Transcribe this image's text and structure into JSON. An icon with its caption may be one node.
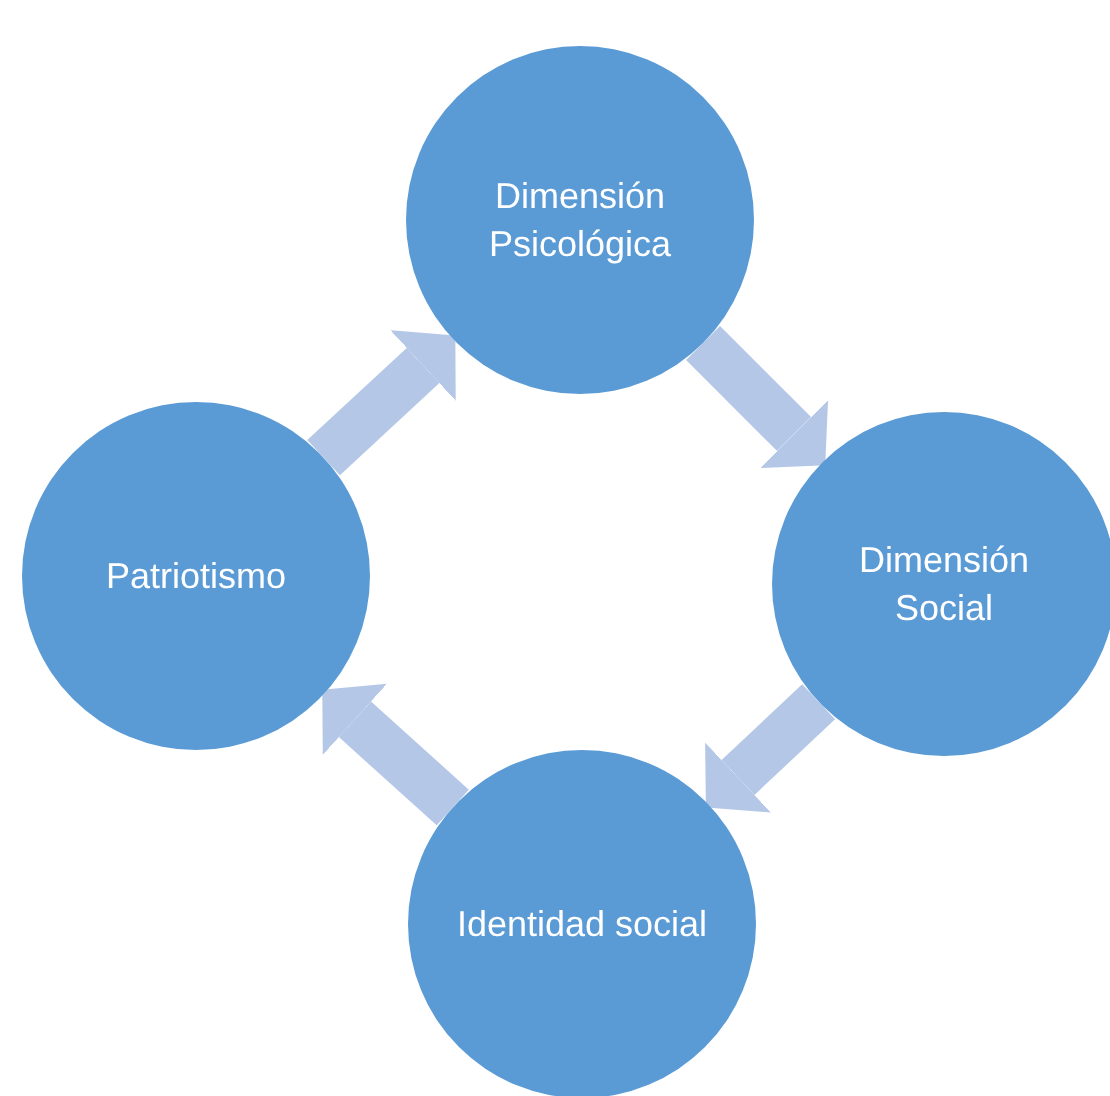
{
  "diagram": {
    "nodes": [
      {
        "text": [
          "Dimensión Psicológica"
        ]
      },
      {
        "text": [
          "Dimensión Social"
        ]
      },
      {
        "text": [
          "Identidad social"
        ]
      },
      {
        "text": [
          "Patriotismo"
        ]
      }
    ],
    "edges": [
      {
        "from": 0,
        "to": 1,
        "arrow": "to"
      },
      {
        "from": 1,
        "to": 2,
        "arrow": "to"
      },
      {
        "from": 2,
        "to": 3,
        "arrow": "to"
      },
      {
        "from": 3,
        "to": 0,
        "arrow": "to"
      }
    ]
  }
}
